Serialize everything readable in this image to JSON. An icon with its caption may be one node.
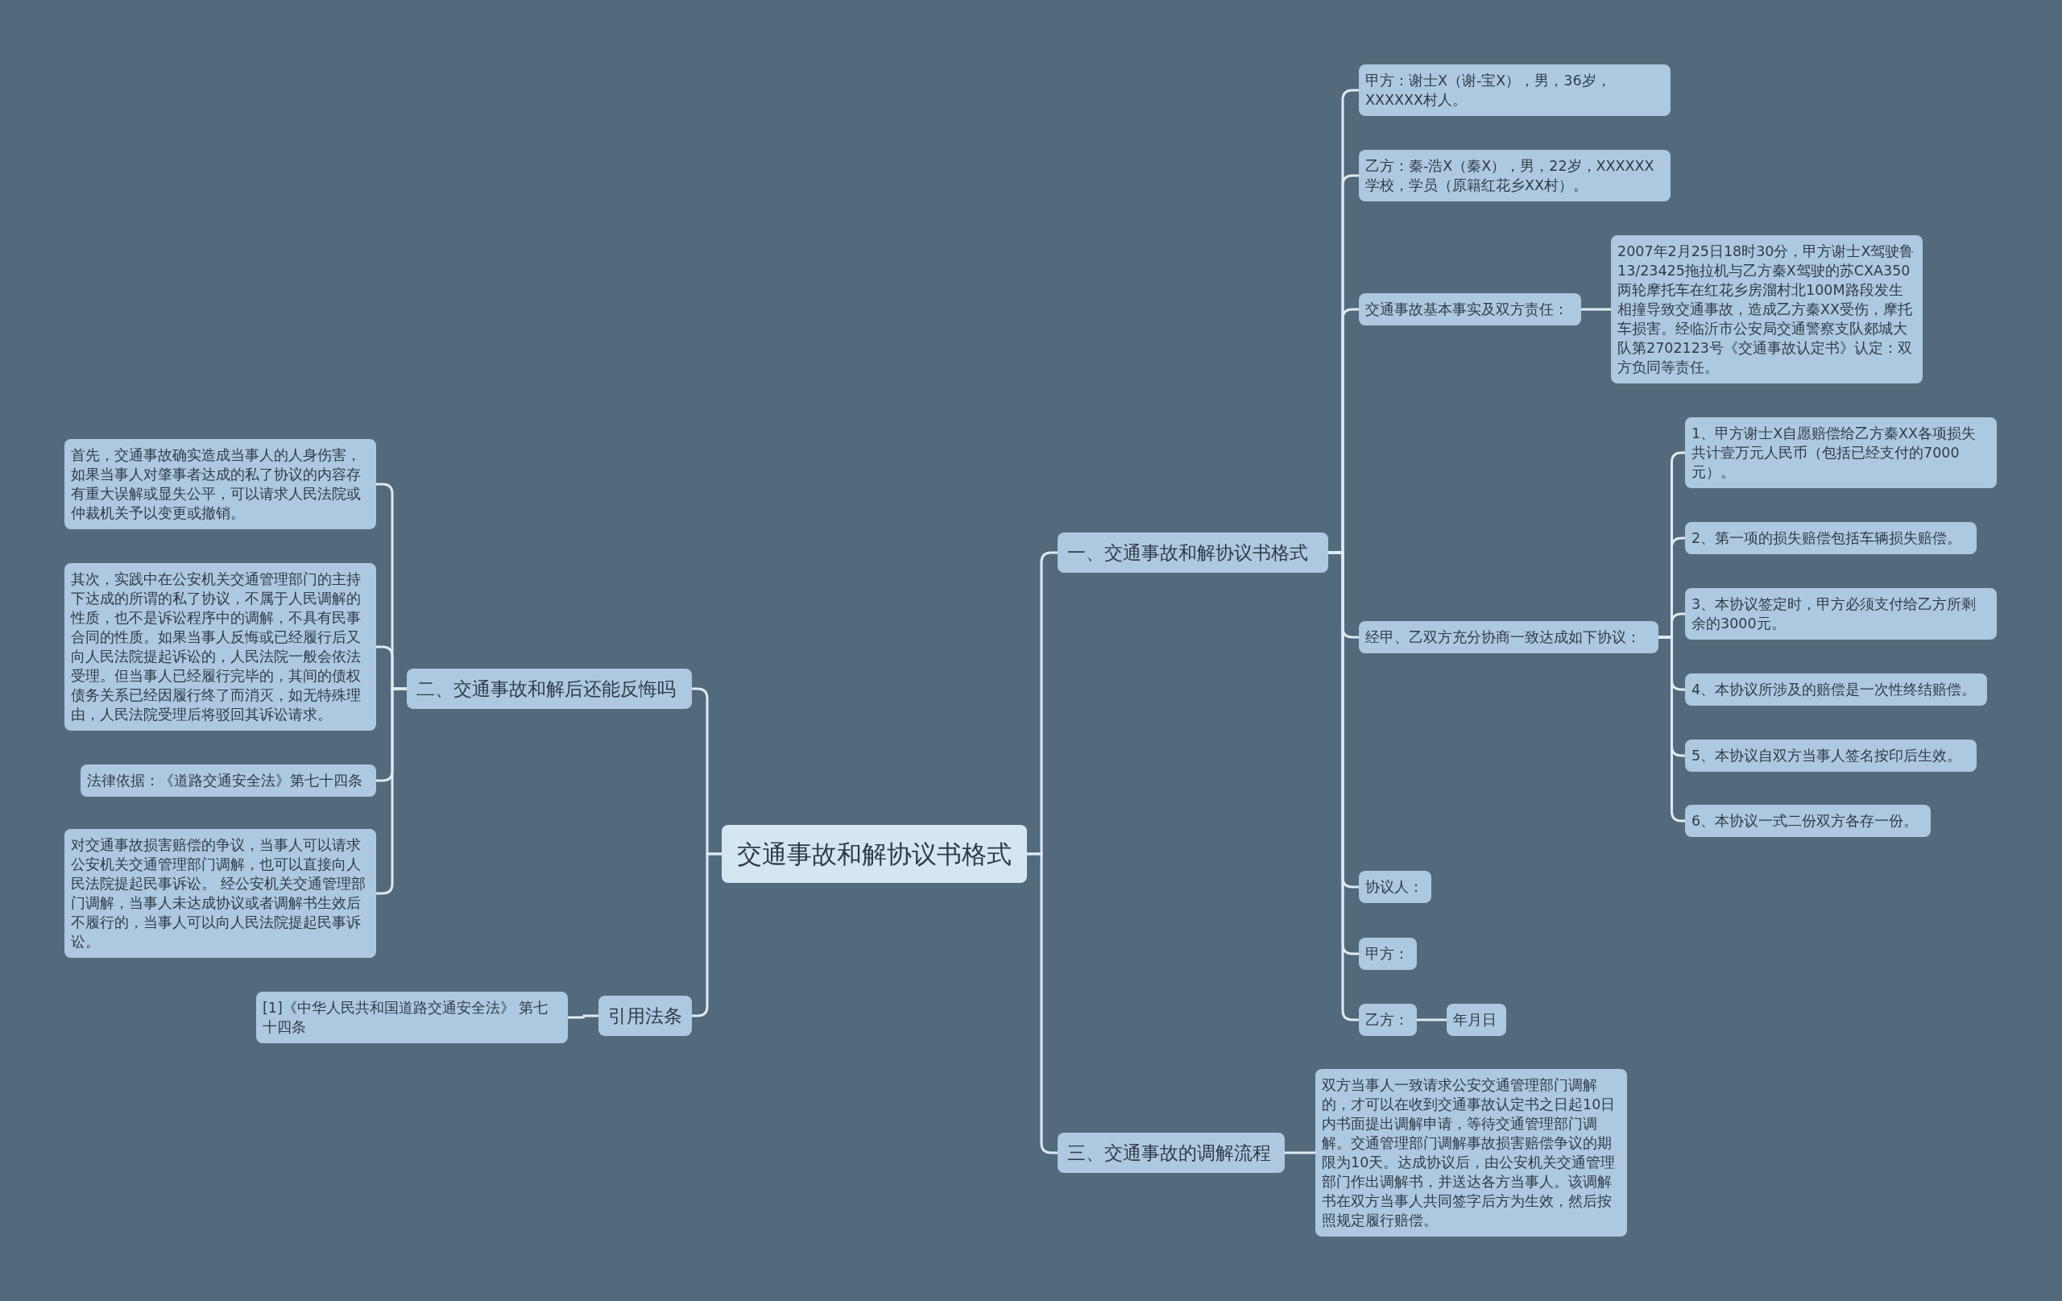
{
  "diagram": {
    "nodes": [
      {
        "text": [
          "交通事故和解协议书格式"
        ]
      },
      {
        "text": [
          "一、交通事故和解协议书格式"
        ]
      },
      {
        "text": [
          "甲方：谢士X（谢-宝X），男，36岁，XXXXXX村人。"
        ]
      },
      {
        "text": [
          "乙方：秦-浩X（秦X），男，22岁，XXXXXX学校，学员（原籍红花乡XX村）。"
        ]
      },
      {
        "text": [
          "交通事故基本事实及双方责任："
        ]
      },
      {
        "text": [
          "2007年2月25日18时30分，甲方谢士X驾驶鲁13/23425拖拉机与乙方秦X驾驶的苏CXA350两轮摩托车在红花乡房溜村北100M路段发生相撞导致交通事故，造成乙方秦XX受伤，摩托车损害。经临沂市公安局交通警察支队郯城大队第2702123号《交通事故认定书》认定：双方负同等责任。"
        ]
      },
      {
        "text": [
          "经甲、乙双方充分协商一致达成如下协议："
        ]
      },
      {
        "text": [
          "1、甲方谢士X自愿赔偿给乙方秦XX各项损失共计壹万元人民币（包括已经支付的7000元）。"
        ]
      },
      {
        "text": [
          "2、第一项的损失赔偿包括车辆损失赔偿。"
        ]
      },
      {
        "text": [
          "3、本协议签定时，甲方必须支付给乙方所剩余的3000元。"
        ]
      },
      {
        "text": [
          "4、本协议所涉及的赔偿是一次性终结赔偿。"
        ]
      },
      {
        "text": [
          "5、本协议自双方当事人签名按印后生效。"
        ]
      },
      {
        "text": [
          "6、本协议一式二份双方各存一份。"
        ]
      },
      {
        "text": [
          "协议人："
        ]
      },
      {
        "text": [
          "甲方："
        ]
      },
      {
        "text": [
          "乙方："
        ]
      },
      {
        "text": [
          "年月日"
        ]
      },
      {
        "text": [
          "三、交通事故的调解流程"
        ]
      },
      {
        "text": [
          "双方当事人一致请求公安交通管理部门调解的，才可以在收到交通事故认定书之日起10日内书面提出调解申请，等待交通管理部门调解。交通管理部门调解事故损害赔偿争议的期限为10天。达成协议后，由公安机关交通管理部门作出调解书，并送达各方当事人。该调解书在双方当事人共同签字后方为生效，然后按照规定履行赔偿。"
        ]
      },
      {
        "text": [
          "二、交通事故和解后还能反悔吗"
        ]
      },
      {
        "text": [
          "首先，交通事故确实造成当事人的人身伤害，如果当事人对肇事者达成的私了协议的内容存有重大误解或显失公平，可以请求人民法院或仲裁机关予以变更或撤销。"
        ]
      },
      {
        "text": [
          "其次，实践中在公安机关交通管理部门的主持下达成的所谓的私了协议，不属于人民调解的性质，也不是诉讼程序中的调解，不具有民事合同的性质。如果当事人反悔或已经履行后又向人民法院提起诉讼的，人民法院一般会依法受理。但当事人已经履行完毕的，其间的债权债务关系已经因履行终了而消灭，如无特殊理由，人民法院受理后将驳回其诉讼请求。"
        ]
      },
      {
        "text": [
          "法律依据：《道路交通安全法》第七十四条"
        ]
      },
      {
        "text": [
          "对交通事故损害赔偿的争议，当事人可以请求公安机关交通管理部门调解，也可以直接向人民法院提起民事诉讼。 经公安机关交通管理部门调解，当事人未达成协议或者调解书生效后不履行的，当事人可以向人民法院提起民事诉讼。"
        ]
      },
      {
        "text": [
          "引用法条"
        ]
      },
      {
        "text": [
          "[1]《中华人民共和国道路交通安全法》 第七十四条"
        ]
      }
    ],
    "edges": [
      {
        "from": 0,
        "to": 1,
        "arrow": "none"
      },
      {
        "from": 1,
        "to": 2,
        "arrow": "none"
      },
      {
        "from": 1,
        "to": 3,
        "arrow": "none"
      },
      {
        "from": 1,
        "to": 4,
        "arrow": "none"
      },
      {
        "from": 4,
        "to": 5,
        "arrow": "none"
      },
      {
        "from": 1,
        "to": 6,
        "arrow": "none"
      },
      {
        "from": 6,
        "to": 7,
        "arrow": "none"
      },
      {
        "from": 6,
        "to": 8,
        "arrow": "none"
      },
      {
        "from": 6,
        "to": 9,
        "arrow": "none"
      },
      {
        "from": 6,
        "to": 10,
        "arrow": "none"
      },
      {
        "from": 6,
        "to": 11,
        "arrow": "none"
      },
      {
        "from": 6,
        "to": 12,
        "arrow": "none"
      },
      {
        "from": 1,
        "to": 13,
        "arrow": "none"
      },
      {
        "from": 1,
        "to": 14,
        "arrow": "none"
      },
      {
        "from": 1,
        "to": 15,
        "arrow": "none"
      },
      {
        "from": 15,
        "to": 16,
        "arrow": "none"
      },
      {
        "from": 0,
        "to": 17,
        "arrow": "none"
      },
      {
        "from": 17,
        "to": 18,
        "arrow": "none"
      },
      {
        "from": 0,
        "to": 19,
        "arrow": "none"
      },
      {
        "from": 19,
        "to": 20,
        "arrow": "none"
      },
      {
        "from": 19,
        "to": 21,
        "arrow": "none"
      },
      {
        "from": 19,
        "to": 22,
        "arrow": "none"
      },
      {
        "from": 19,
        "to": 23,
        "arrow": "none"
      },
      {
        "from": 0,
        "to": 24,
        "arrow": "none"
      },
      {
        "from": 24,
        "to": 25,
        "arrow": "none"
      }
    ]
  }
}
